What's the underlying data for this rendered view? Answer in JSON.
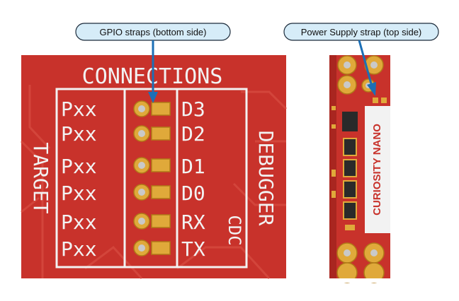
{
  "colors": {
    "pcb": "#c8322b",
    "pcb_dark": "#a92620",
    "trace": "#d64a40",
    "silkscreen": "#f2f2f2",
    "gold": "#e0a93a",
    "gold_dark": "#b07a17",
    "callout_fill": "#d6ecf8",
    "arrow": "#1c6fb6"
  },
  "callouts": {
    "gpio": "GPIO straps (bottom side)",
    "power": "Power Supply strap (top side)"
  },
  "left_board": {
    "header": "CONNECTIONS",
    "target_label": "TARGET",
    "debugger_label": "DEBUGGER",
    "cdc_label": "CDC",
    "rows": [
      {
        "target": "Pxx",
        "debugger": "D3"
      },
      {
        "target": "Pxx",
        "debugger": "D2"
      },
      {
        "target": "Pxx",
        "debugger": "D1"
      },
      {
        "target": "Pxx",
        "debugger": "D0"
      },
      {
        "target": "Pxx",
        "debugger": "RX"
      },
      {
        "target": "Pxx",
        "debugger": "TX"
      }
    ]
  },
  "right_board": {
    "label": "CURIOSITY NANO"
  }
}
